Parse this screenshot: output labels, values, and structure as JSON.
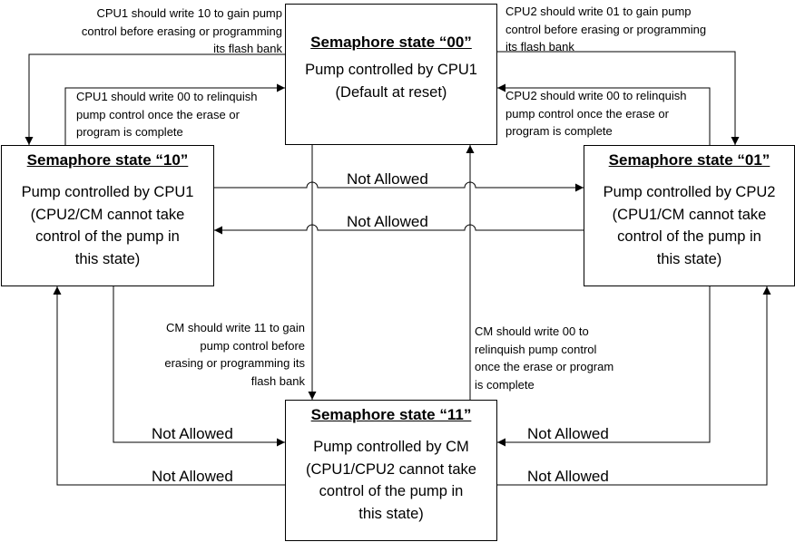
{
  "states": {
    "s00": {
      "title": "Semaphore state “00”",
      "lines": [
        "Pump controlled by CPU1",
        "(Default at reset)"
      ]
    },
    "s10": {
      "title": "Semaphore state “10”",
      "lines": [
        "Pump controlled by CPU1",
        "(CPU2/CM cannot take",
        "control of the pump in",
        "this state)"
      ]
    },
    "s01": {
      "title": "Semaphore state “01”",
      "lines": [
        "Pump controlled by CPU2",
        "(CPU1/CM cannot take",
        "control of the pump in",
        "this state)"
      ]
    },
    "s11": {
      "title": "Semaphore state “11”",
      "lines": [
        "Pump controlled by CM",
        "(CPU1/CPU2 cannot take",
        "control of the pump in",
        "this state)"
      ]
    }
  },
  "notes": {
    "cpu1_gain": [
      "CPU1 should write 10 to gain pump",
      "control before erasing or programming",
      "its flash bank"
    ],
    "cpu1_release": [
      "CPU1 should write 00 to relinquish",
      "pump control once the erase or",
      "program is complete"
    ],
    "cpu2_gain": [
      "CPU2 should write 01 to gain pump",
      "control before erasing or programming",
      "its flash bank"
    ],
    "cpu2_release": [
      "CPU2 should write 00 to relinquish",
      "pump control once the erase or",
      "program is complete"
    ],
    "cm_gain": [
      "CM should write 11 to gain",
      "pump control before",
      "erasing or programming its",
      "flash bank"
    ],
    "cm_release": [
      "CM should write 00 to",
      "relinquish pump control",
      "once the erase or program",
      "is complete"
    ]
  },
  "not_allowed": "Not Allowed"
}
